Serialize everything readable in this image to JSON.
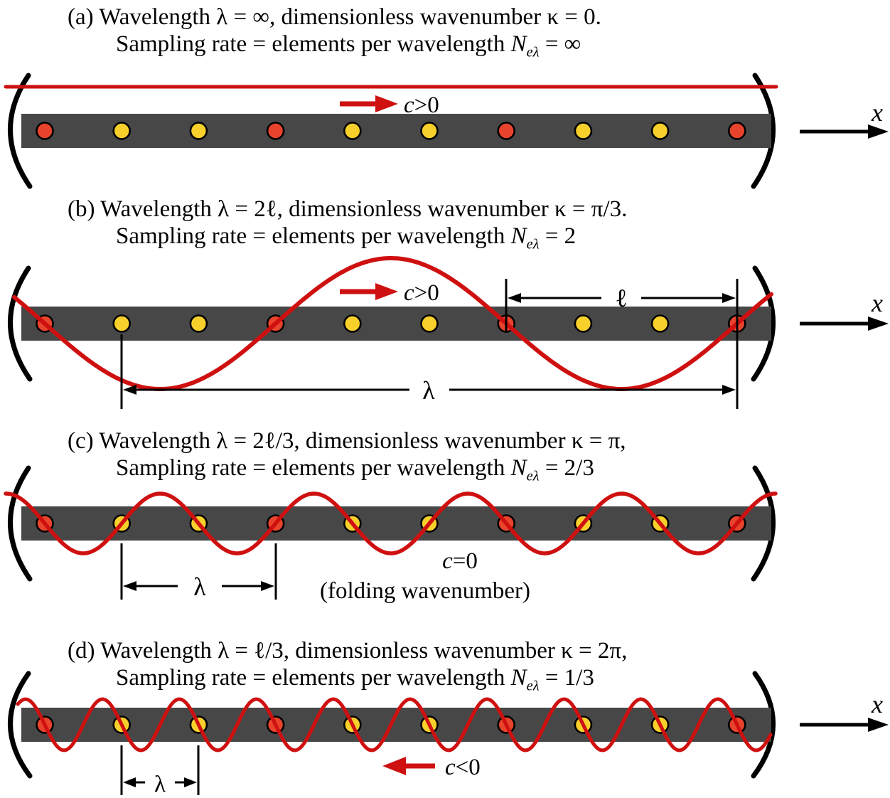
{
  "colors": {
    "wave": "#cf1010",
    "node_red": "#e8432c",
    "node_yellow": "#f8d02b",
    "bar": "#474747",
    "ink": "#000000"
  },
  "nodes": {
    "count": 10,
    "colors": [
      "red",
      "yellow",
      "yellow",
      "red",
      "yellow",
      "yellow",
      "red",
      "yellow",
      "yellow",
      "red"
    ]
  },
  "panels": [
    {
      "id": "a",
      "caption": {
        "line1": "(a)  Wavelength  λ = ∞, dimensionless wavenumber κ = 0.",
        "line2_pre": "Sampling rate = elements per wavelength ",
        "line2_var": "N",
        "line2_sub": "eλ",
        "line2_post": " = ∞"
      },
      "speed": {
        "var": "c",
        "rest": ">0"
      },
      "axis_label": "x",
      "wave": {
        "type": "flat",
        "wavelength_spacings": null,
        "amplitude": 0
      }
    },
    {
      "id": "b",
      "caption": {
        "line1": "(b)  Wavelength  λ = 2ℓ, dimensionless wavenumber κ = π/3.",
        "line2_pre": "Sampling rate = elements per wavelength ",
        "line2_var": "N",
        "line2_sub": "eλ",
        "line2_post": " = 2"
      },
      "speed": {
        "var": "c",
        "rest": ">0"
      },
      "axis_label": "x",
      "wave": {
        "type": "sine",
        "wavelength_spacings": 6,
        "amplitude": 92
      },
      "dims": {
        "ell": "ℓ",
        "lambda": "λ"
      }
    },
    {
      "id": "c",
      "caption": {
        "line1": "(c)  Wavelength  λ = 2ℓ/3, dimensionless wavenumber κ = π,",
        "line2_pre": "Sampling rate = elements per wavelength ",
        "line2_var": "N",
        "line2_sub": "eλ",
        "line2_post": " = 2/3"
      },
      "zero_speed": {
        "var": "c",
        "rest": "=0"
      },
      "folding_note": "(folding wavenumber)",
      "wave": {
        "type": "sine",
        "wavelength_spacings": 2,
        "amplitude": 42
      },
      "dims": {
        "lambda": "λ"
      }
    },
    {
      "id": "d",
      "caption": {
        "line1": "(d)  Wavelength  λ = ℓ/3, dimensionless wavenumber κ = 2π,",
        "line2_pre": "Sampling rate = elements per wavelength ",
        "line2_var": "N",
        "line2_sub": "eλ",
        "line2_post": " = 1/3"
      },
      "speed": {
        "var": "c",
        "rest": "<0"
      },
      "axis_label": "x",
      "wave": {
        "type": "sine",
        "wavelength_spacings": 1,
        "amplitude": 36
      },
      "dims": {
        "lambda": "λ"
      }
    }
  ]
}
